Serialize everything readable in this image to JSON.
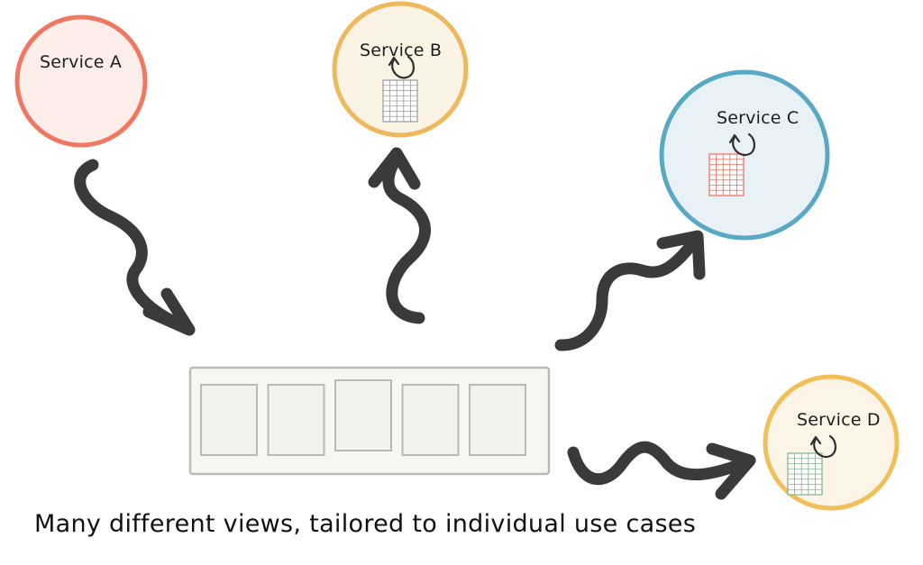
{
  "services": [
    {
      "id": "a",
      "label": "Service A",
      "color": "#f07863",
      "fill": "#fdeeea",
      "has_store": false
    },
    {
      "id": "b",
      "label": "Service B",
      "color": "#eeb85c",
      "fill": "#fbf3e4",
      "has_store": true,
      "store_color": "#9a9a9a"
    },
    {
      "id": "c",
      "label": "Service C",
      "color": "#5aa9c4",
      "fill": "#e8f2f6",
      "has_store": true,
      "store_color": "#ef6b57"
    },
    {
      "id": "d",
      "label": "Service D",
      "color": "#f2be57",
      "fill": "#fcf4e6",
      "has_store": true,
      "store_color": "#83b08a"
    }
  ],
  "queue": {
    "slot_count": 5,
    "border_color": "#b9b9b5",
    "fill": "#f1f1ee"
  },
  "arrow_color": "#3a3a3a",
  "caption": "Many different views, tailored to individual use cases"
}
